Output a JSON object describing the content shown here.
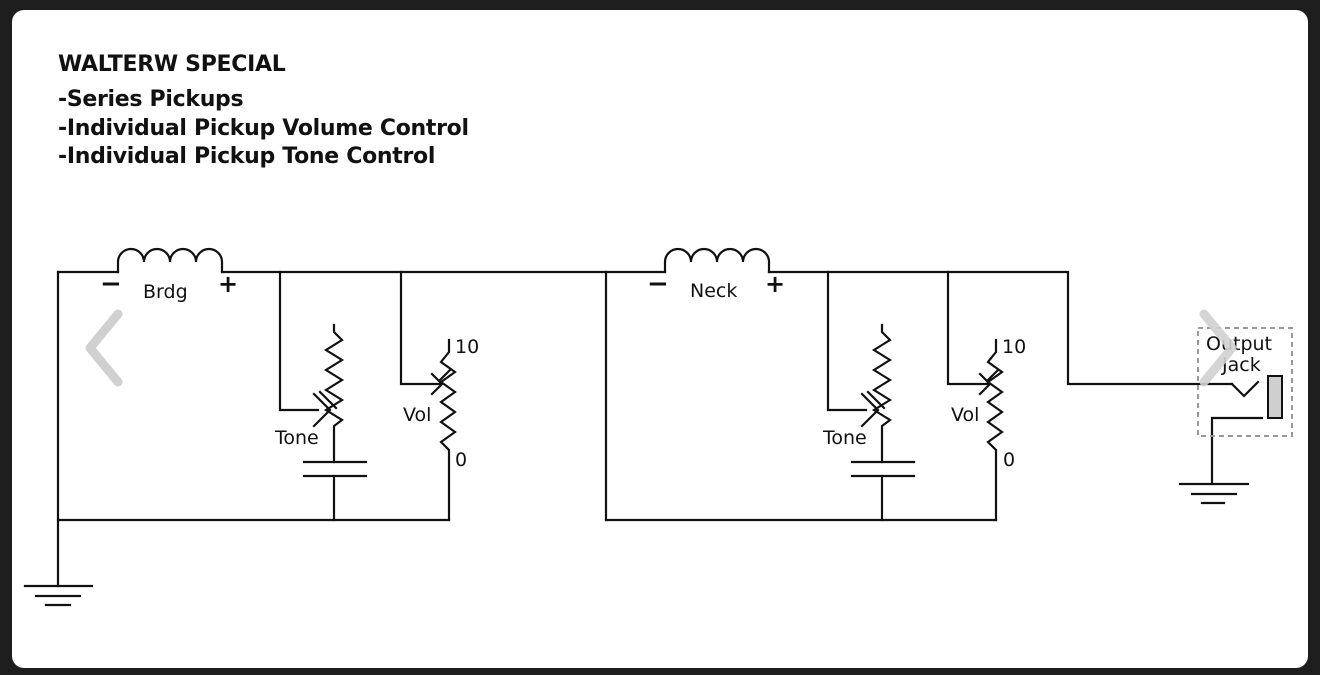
{
  "title": "WALTERW SPECIAL",
  "features": [
    "-Series Pickups",
    "-Individual Pickup Volume Control",
    "-Individual Pickup Tone Control"
  ],
  "pickups": {
    "bridge": {
      "label": "Brdg",
      "minus": "−",
      "plus": "+"
    },
    "neck": {
      "label": "Neck",
      "minus": "−",
      "plus": "+"
    }
  },
  "controls": {
    "bridge": {
      "tone_label": "Tone",
      "vol_label": "Vol",
      "vol_max": "10",
      "vol_min": "0"
    },
    "neck": {
      "tone_label": "Tone",
      "vol_label": "Vol",
      "vol_max": "10",
      "vol_min": "0"
    }
  },
  "output_jack": {
    "line1": "Output",
    "line2": "Jack"
  },
  "nav": {
    "prev_icon": "chevron-left-icon",
    "next_icon": "chevron-right-icon"
  }
}
